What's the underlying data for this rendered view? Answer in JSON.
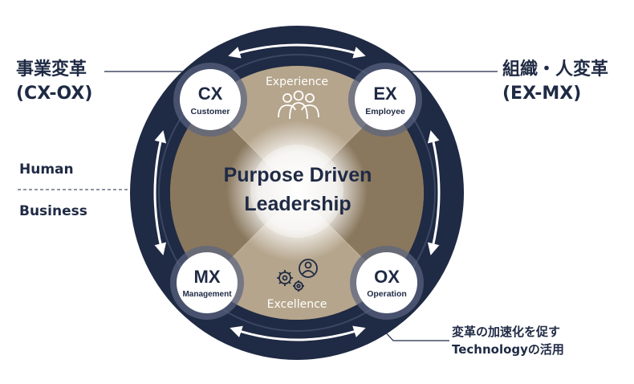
{
  "left_label": {
    "line1": "事業変革",
    "line2": "(CX-OX)"
  },
  "right_label": {
    "line1": "組織・人変革",
    "line2": "(EX-MX)"
  },
  "axis": {
    "upper": "Human",
    "lower": "Business"
  },
  "tech_label": {
    "line1": "変革の加速化を促す",
    "line2": "Technologyの活用"
  },
  "center": {
    "line1": "Purpose Driven",
    "line2": "Leadership"
  },
  "sectors": {
    "top": "Experience",
    "bottom": "Excellence"
  },
  "nodes": [
    {
      "abbr": "CX",
      "name": "Customer"
    },
    {
      "abbr": "EX",
      "name": "Employee"
    },
    {
      "abbr": "MX",
      "name": "Management"
    },
    {
      "abbr": "OX",
      "name": "Operation"
    }
  ],
  "icons": {
    "top": "people-group-icon",
    "bottom": "gears-person-icon"
  },
  "colors": {
    "navy": "#1f2a44",
    "tan_light": "#b5a58c",
    "tan_dark": "#8d7b61",
    "white": "#ffffff"
  }
}
